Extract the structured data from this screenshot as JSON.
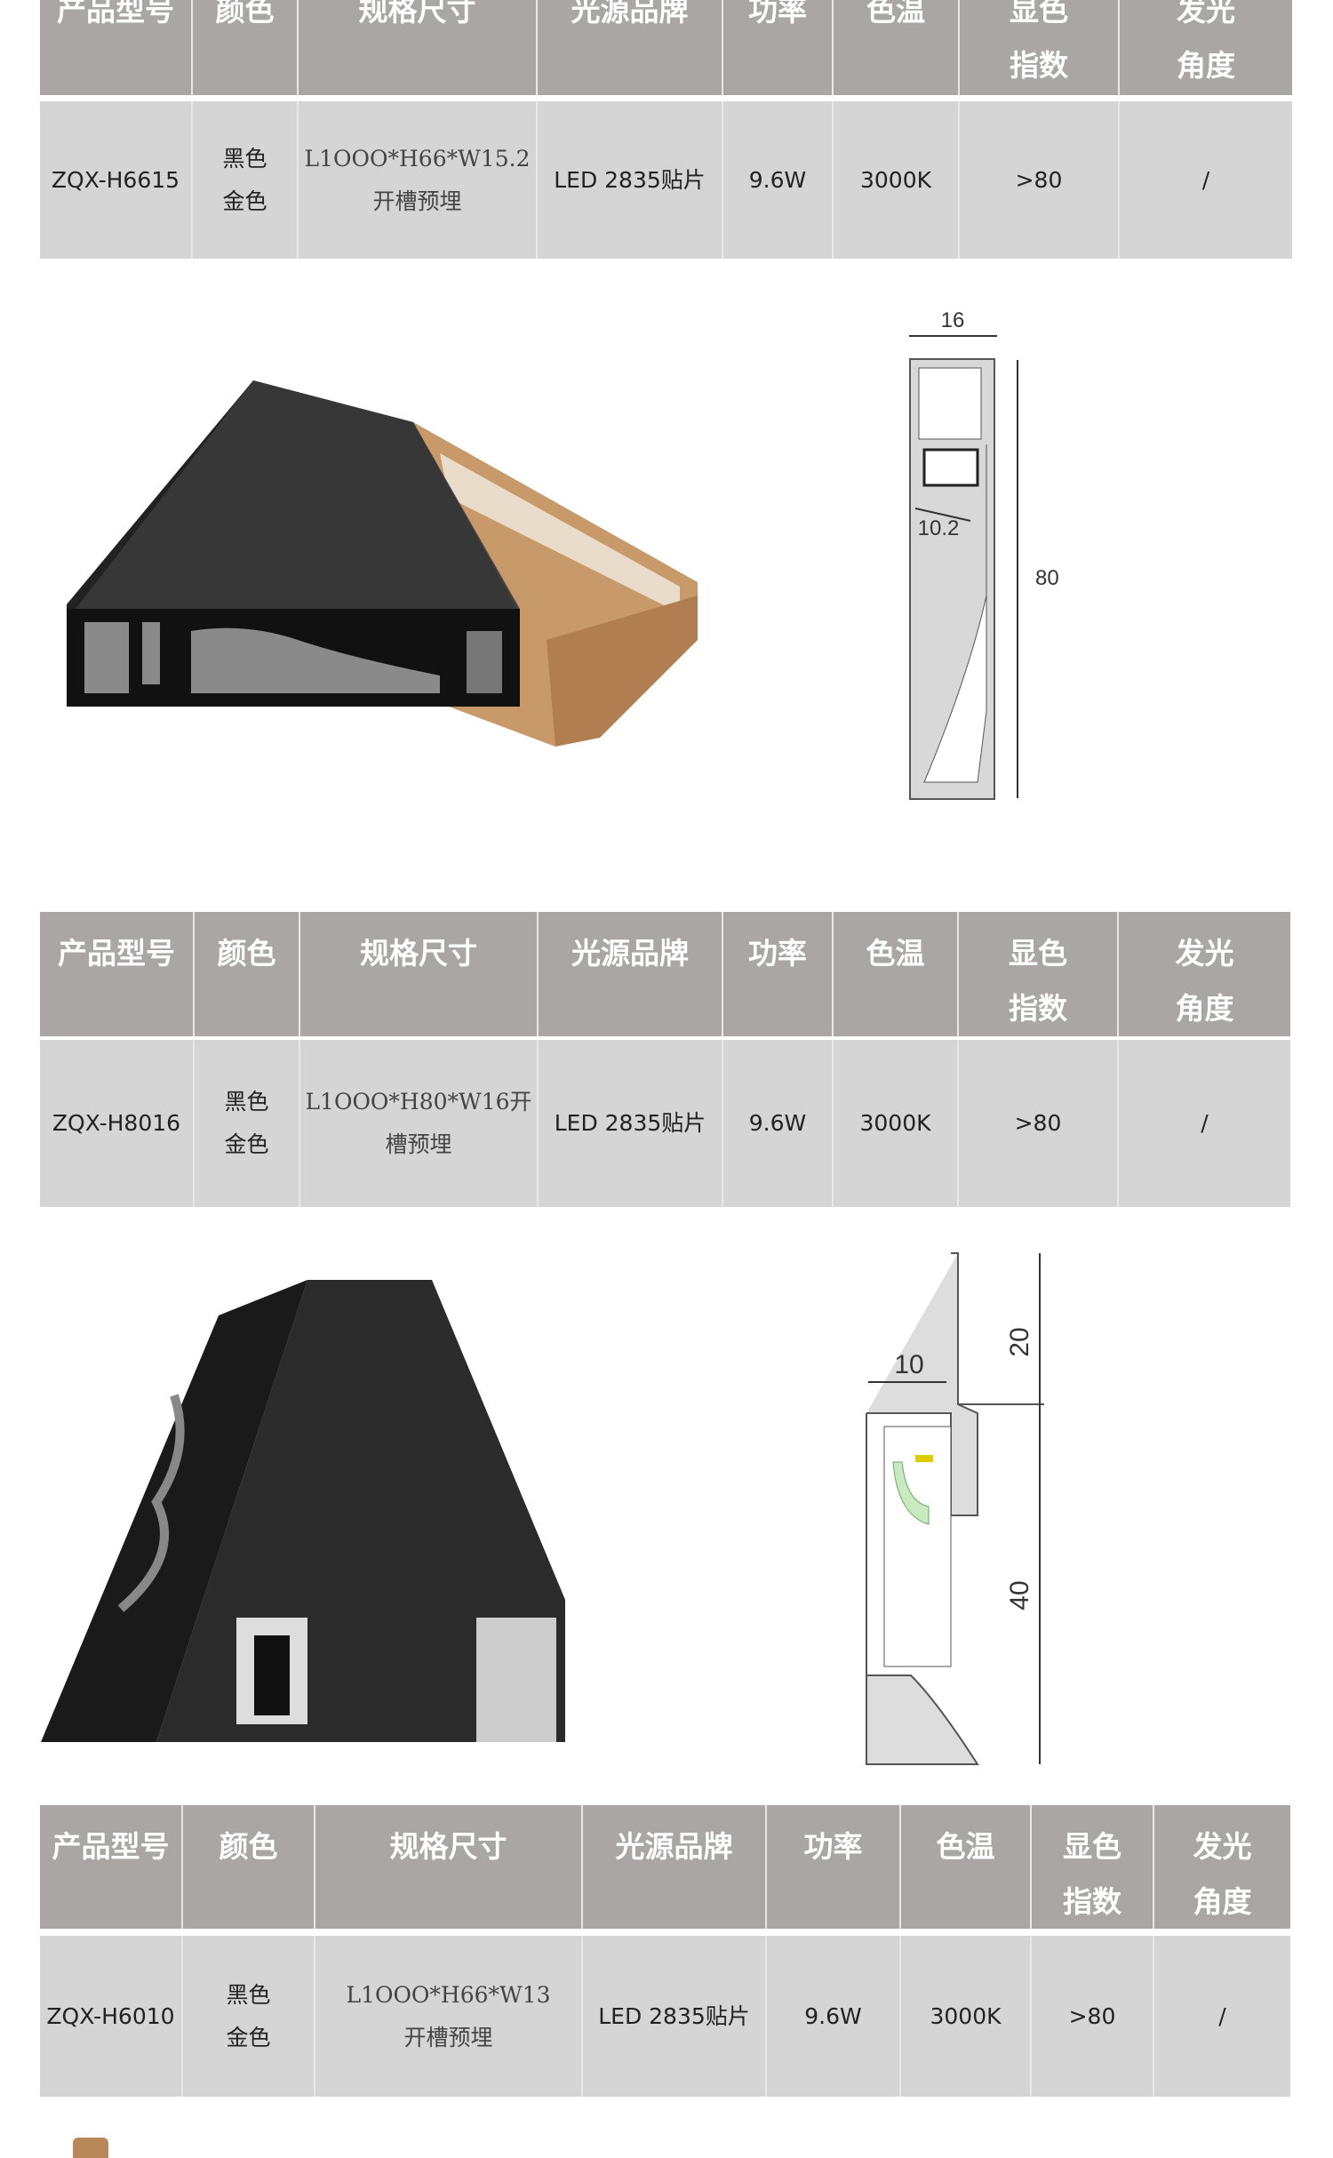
{
  "headers": [
    "产品型号",
    "颜色",
    "规格尺寸",
    "光源品牌",
    "功率",
    "色温",
    "显色\n指数",
    "发光\n角度"
  ],
  "tables": [
    {
      "model": "ZQX-H6615",
      "color": "黑色\n金色",
      "spec": "L1OOO*H66*W15.2\n开槽预埋",
      "light": "LED 2835贴片",
      "power": "9.6W",
      "cct": "3000K",
      "cri": ">80",
      "angle": "/"
    },
    {
      "model": "ZQX-H8016",
      "color": "黑色\n金色",
      "spec": "L1OOO*H80*W16开\n槽预埋",
      "light": "LED 2835贴片",
      "power": "9.6W",
      "cct": "3000K",
      "cri": ">80",
      "angle": "/"
    },
    {
      "model": "ZQX-H6010",
      "color": "黑色\n金色",
      "spec": "L1OOO*H66*W13\n开槽预埋",
      "light": "LED 2835贴片",
      "power": "9.6W",
      "cct": "3000K",
      "cri": ">80",
      "angle": "/"
    }
  ],
  "drawings": [
    {
      "width_dim": "16",
      "inner_dim": "10.2",
      "height_dim": "80"
    },
    {
      "width_dim": "10",
      "upper_dim": "20",
      "lower_dim": "40"
    }
  ],
  "colors": {
    "header_bg": "#aaa6a6",
    "row_bg": "#d6d5d5",
    "dim_text": "#333333"
  }
}
